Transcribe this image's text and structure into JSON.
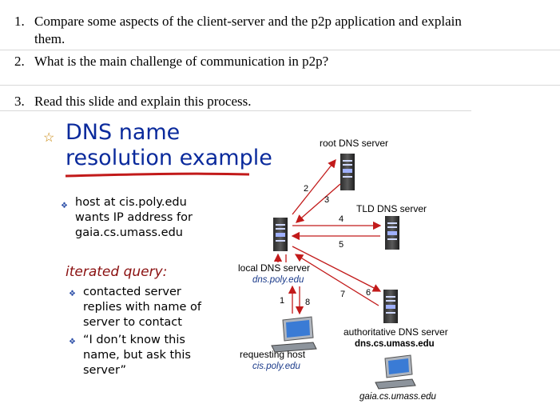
{
  "questions": [
    {
      "num": "1.",
      "text": "Compare some aspects of the client-server and the p2p application and explain them."
    },
    {
      "num": "2.",
      "text": "What is the main challenge of communication in p2p?"
    },
    {
      "num": "3.",
      "text": "Read this slide and explain this process."
    }
  ],
  "slide": {
    "title_line1": "DNS name",
    "title_line2": "resolution example",
    "bullet1": [
      "host at cis.poly.edu",
      "wants IP address for",
      "gaia.cs.umass.edu"
    ],
    "iterated_label": "iterated query:",
    "bullet2": [
      "contacted server",
      "replies with name of",
      "server to contact"
    ],
    "bullet3": [
      "“I don’t know this",
      "name, but ask this",
      "server”"
    ],
    "diagram": {
      "root_server": "root DNS server",
      "tld_server": "TLD DNS server",
      "local_server": "local DNS server",
      "local_domain": "dns.poly.edu",
      "auth_server": "authoritative DNS server",
      "auth_domain": "dns.cs.umass.edu",
      "requesting_host": "requesting host",
      "requesting_domain": "cis.poly.edu",
      "target_host": "gaia.cs.umass.edu",
      "steps": [
        "1",
        "2",
        "3",
        "4",
        "5",
        "6",
        "7",
        "8"
      ]
    },
    "colors": {
      "title": "#0a2a9c",
      "accent_red": "#c21a1a",
      "iterated": "#8a1010"
    }
  }
}
